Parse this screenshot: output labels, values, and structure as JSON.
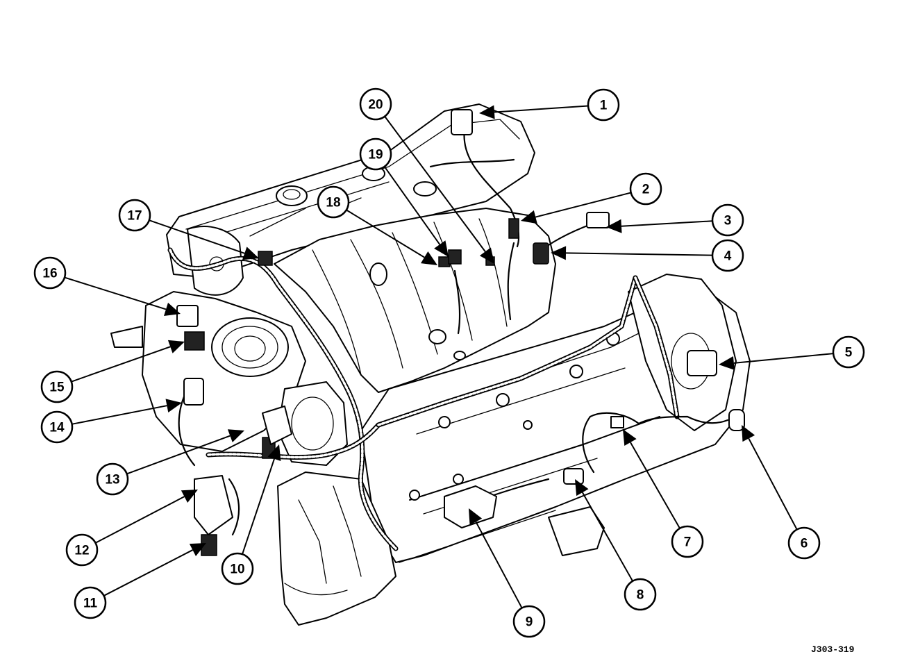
{
  "figure_code": "J303-319",
  "callouts": [
    {
      "number": "1"
    },
    {
      "number": "2"
    },
    {
      "number": "3"
    },
    {
      "number": "4"
    },
    {
      "number": "5"
    },
    {
      "number": "6"
    },
    {
      "number": "7"
    },
    {
      "number": "8"
    },
    {
      "number": "9"
    },
    {
      "number": "10"
    },
    {
      "number": "11"
    },
    {
      "number": "12"
    },
    {
      "number": "13"
    },
    {
      "number": "14"
    },
    {
      "number": "15"
    },
    {
      "number": "16"
    },
    {
      "number": "17"
    },
    {
      "number": "18"
    },
    {
      "number": "19"
    },
    {
      "number": "20"
    }
  ]
}
